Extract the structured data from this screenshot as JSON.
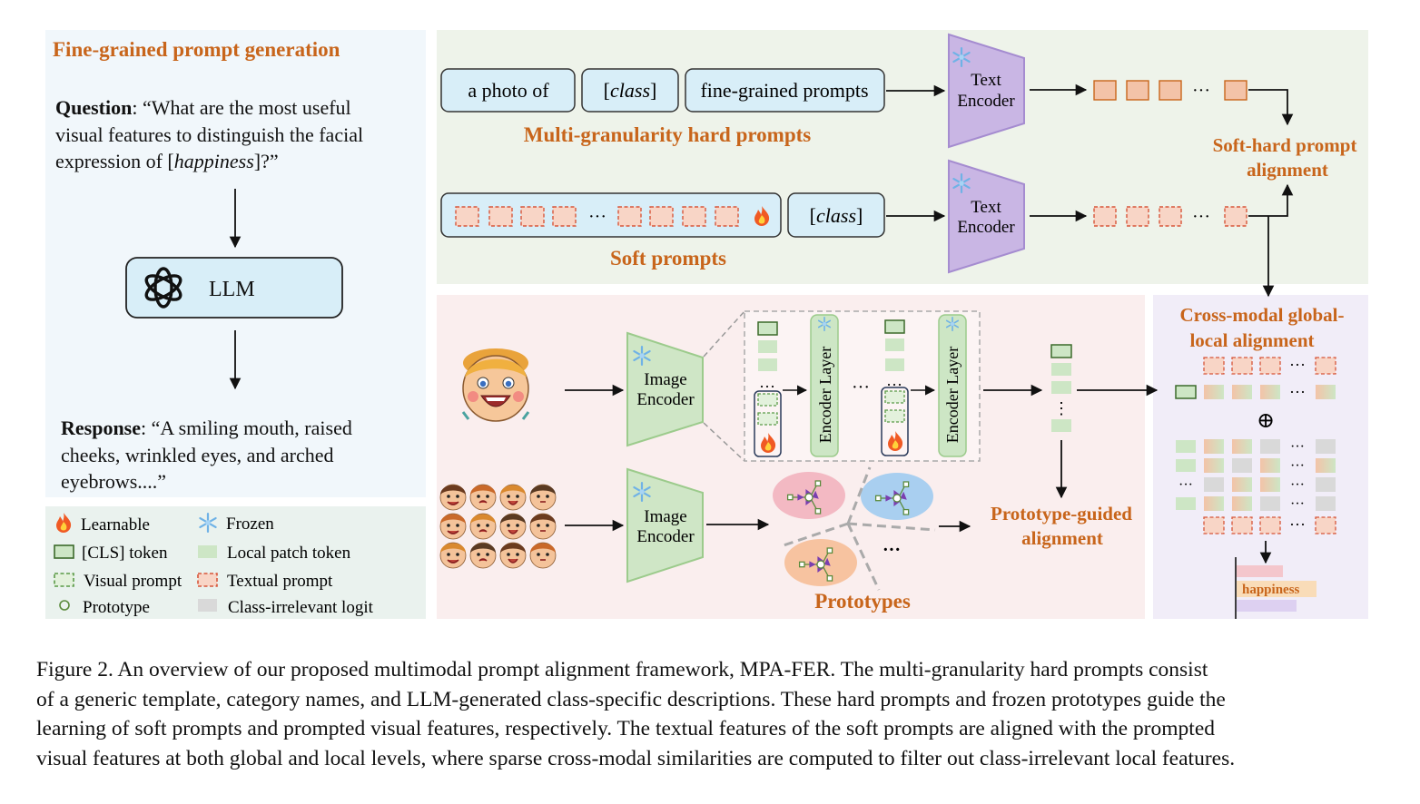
{
  "fine_grained": {
    "title": "Fine-grained prompt generation",
    "question_label": "Question",
    "question_line1": ": “What are the most useful",
    "question_line2": "visual features to distinguish the facial",
    "question_line3a": "expression of [",
    "question_class": "happiness",
    "question_line3b": "]?”",
    "llm_label": "LLM",
    "response_label": "Response",
    "response_line1": ": “A smiling mouth, raised",
    "response_line2": "cheeks, wrinkled eyes, and arched",
    "response_line3": "eyebrows....”"
  },
  "legend": {
    "learnable": "Learnable",
    "frozen": "Frozen",
    "cls_token": "[CLS] token",
    "local_patch": "Local patch token",
    "visual_prompt": "Visual prompt",
    "textual_prompt": "Textual prompt",
    "prototype": "Prototype",
    "class_irrelevant": "Class-irrelevant logit"
  },
  "text_branch": {
    "hard_prompt_1": "a photo of",
    "hard_prompt_2_open": "[",
    "hard_prompt_2_class": "class",
    "hard_prompt_2_close": "]",
    "hard_prompt_3": "fine-grained prompts",
    "hard_title": "Multi-granularity hard prompts",
    "soft_title": "Soft prompts",
    "soft_class_open": "[",
    "soft_class": "class",
    "soft_class_close": "]",
    "text_encoder_line1": "Text",
    "text_encoder_line2": "Encoder",
    "dots": "···",
    "soft_hard_line1": "Soft-hard prompt",
    "soft_hard_line2": "alignment"
  },
  "visual_branch": {
    "image_encoder_line1": "Image",
    "image_encoder_line2": "Encoder",
    "encoder_layer": "Encoder Layer",
    "dots": "···",
    "vdots": "⋮",
    "prototypes": "Prototypes",
    "proto_guided_line1": "Prototype-guided",
    "proto_guided_line2": "alignment"
  },
  "cross_modal": {
    "title_line1": "Cross-modal global-",
    "title_line2": "local alignment",
    "plus": "⊕",
    "output_label": "happiness",
    "dots": "···"
  },
  "caption": {
    "line1": "Figure 2. An overview of our proposed multimodal prompt alignment framework, MPA-FER. The multi-granularity hard prompts consist",
    "line2": "of a generic template, category names, and LLM-generated class-specific descriptions. These hard prompts and frozen prototypes guide the",
    "line3": "learning of soft prompts and prompted visual features, respectively. The textual features of the soft prompts are aligned with the prompted",
    "line4": "visual features at both global and local levels, where sparse cross-modal similarities are computed to filter out class-irrelevant local features."
  },
  "colors": {
    "accent_orange": "#c8651b",
    "hard_prompt_fill": "#d8eef8",
    "encoder_purple": "#c9b6e4",
    "encoder_green": "#cfe6c6",
    "token_orange": "#f3c3a8",
    "token_green": "#cde6c5",
    "irrelevant_gray": "#d9d9d9"
  }
}
